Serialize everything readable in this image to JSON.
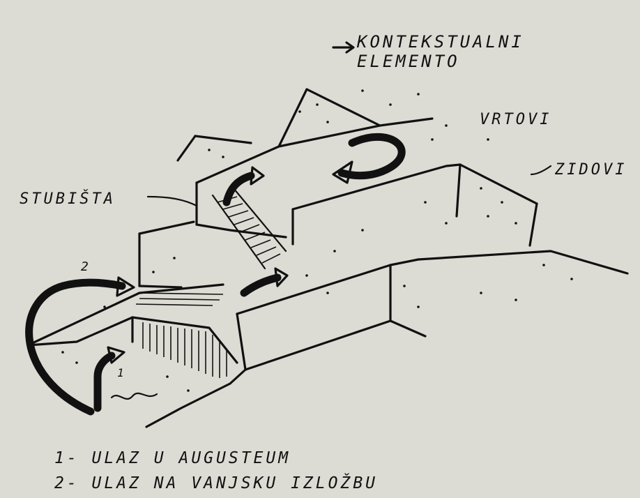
{
  "labels": {
    "kontekst_line1": "KONTEKSTUALNI",
    "kontekst_line2": "ELEMENTO",
    "vrtovi": "VRTOVI",
    "zidovi": "ZIDOVI",
    "stubista": "STUBIŠTA",
    "two_marker": "2",
    "one_marker": "1",
    "legend_line1": "1- ULAZ U AUGUSTEUM",
    "legend_line2": "2- ULAZ NA VANJSKU IZLOŽBU"
  }
}
